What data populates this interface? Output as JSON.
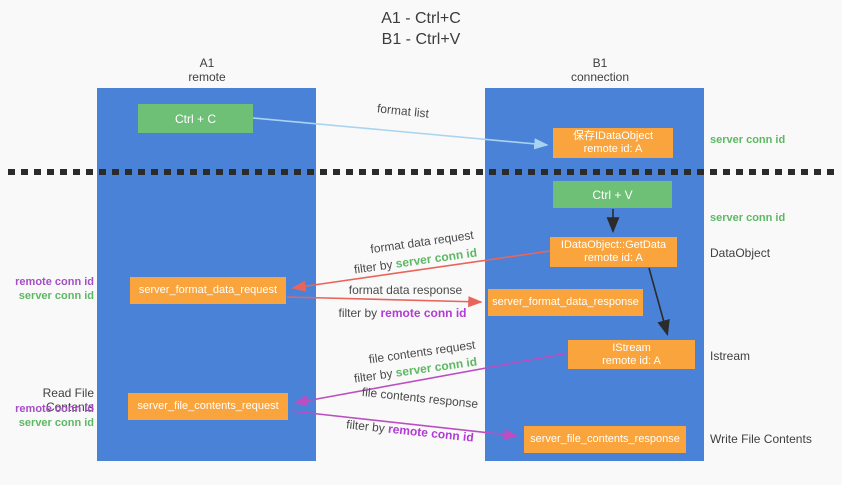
{
  "title": {
    "line1": "A1 - Ctrl+C",
    "line2": "B1 - Ctrl+V"
  },
  "lifelines": {
    "left": {
      "title": "A1",
      "subtitle": "remote"
    },
    "right": {
      "title": "B1",
      "subtitle": "connection"
    }
  },
  "boxes": {
    "ctrl_c": {
      "label": "Ctrl + C"
    },
    "save_dataobject": {
      "line1": "保存IDataObject",
      "line2": "remote id: A"
    },
    "ctrl_v": {
      "label": "Ctrl + V"
    },
    "getdata": {
      "line1": "IDataObject::GetData",
      "line2": "remote id: A"
    },
    "format_request": {
      "label": "server_format_data_request"
    },
    "format_response": {
      "label": "server_format_data_response"
    },
    "istream": {
      "line1": "IStream",
      "line2": "remote id: A"
    },
    "file_request": {
      "label": "server_file_contents_request"
    },
    "file_response": {
      "label": "server_file_contents_response"
    }
  },
  "flow_labels": {
    "format_list": "format list",
    "format_data_request": "format data request",
    "format_data_response": "format data response",
    "file_contents_request": "file contents request",
    "file_contents_response": "file contents response",
    "filter_by": "filter by ",
    "server_conn_id": "server conn id",
    "remote_conn_id": "remote conn id"
  },
  "side_labels": {
    "left_remote_conn_id_1": "remote conn id",
    "left_server_conn_id_1": "server conn id",
    "read_file_contents": "Read File Contents",
    "left_remote_conn_id_2": "remote conn id",
    "left_server_conn_id_2": "server conn id",
    "right_server_conn_id_1": "server conn id",
    "right_server_conn_id_2": "server conn id",
    "dataobject": "DataObject",
    "istream": "Istream",
    "write_file_contents": "Write File Contents"
  },
  "colors": {
    "lifeline_blue": "#4a82d8",
    "box_orange": "#f9a43c",
    "box_green": "#6fc077",
    "green_text": "#5db863",
    "purple_text": "#a54ec5",
    "magenta_text": "#b13bd4",
    "red_arrow": "#e8655c",
    "light_blue_arrow": "#a9d4f0",
    "magenta_arrow": "#bb4fc1",
    "black_arrow": "#2b2b2b",
    "background": "#f9f9f9"
  }
}
